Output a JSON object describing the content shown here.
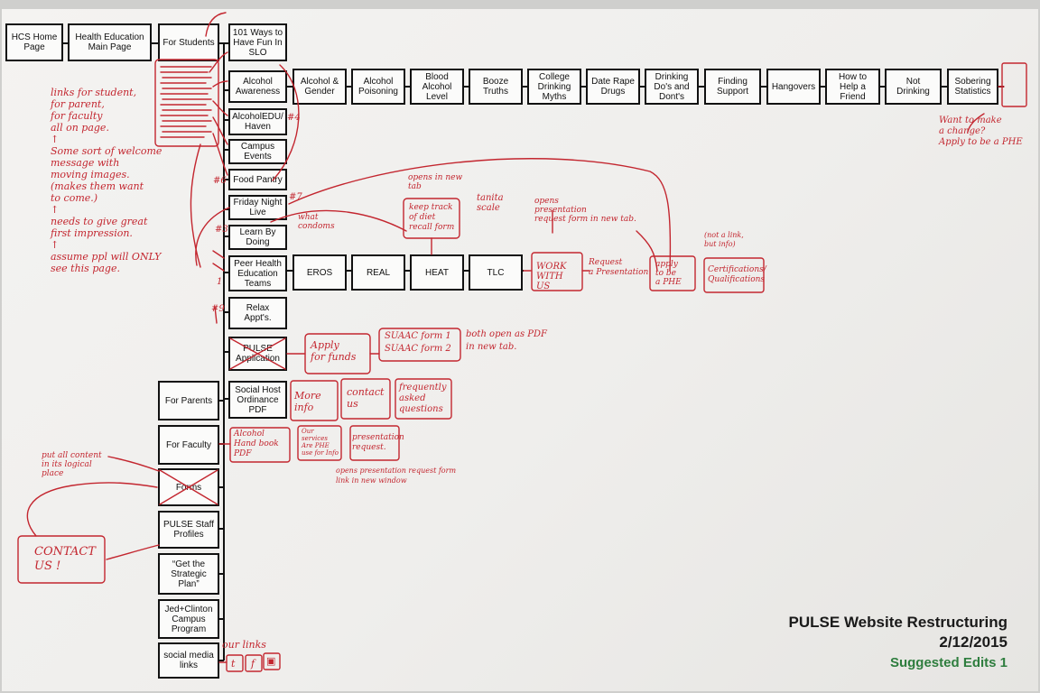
{
  "diagram": {
    "top_nav": [
      "HCS Home Page",
      "Health Education Main Page",
      "For Students",
      "101 Ways to Have Fun In SLO"
    ],
    "student_pages": [
      "Alcohol Awareness",
      "AlcoholEDU/ Haven",
      "Campus Events",
      "Food Pantry",
      "Friday Night Live",
      "Learn By Doing",
      "Peer Health Education Teams",
      "Relax Appt's.",
      "PULSE Application",
      "Social Host Ordinance PDF"
    ],
    "alcohol_topics": [
      "Alcohol & Gender",
      "Alcohol Poisoning",
      "Blood Alcohol Level",
      "Booze Truths",
      "College Drinking Myths",
      "Date Rape Drugs",
      "Drinking Do's and Dont's",
      "Finding Support",
      "Hangovers",
      "How to Help a Friend",
      "Not Drinking",
      "Sobering Statistics"
    ],
    "peer_teams": [
      "EROS",
      "REAL",
      "HEAT",
      "TLC"
    ],
    "audience_pages": [
      "For Parents",
      "For Faculty",
      "Forms",
      "PULSE Staff Profiles",
      "“Get the Strategic Plan”",
      "Jed+Clinton Campus Program",
      "social media links"
    ]
  },
  "annotations": {
    "left_notes": "links for student,\n    for parent,\n       for faculty\n  all on page.\n  ↑\nSome sort of welcome\nmessage with\nmoving images.\n(makes them want\n   to come.)\n↑\nneeds to give great\nfirst impression.\n↑\nassume ppl will ONLY\nsee this page.",
    "right_note": "Want to make\na change?\nApply to be a PHE",
    "opens_new_tab": "opens in new\ntab",
    "keep_track": "keep track\nof diet\nrecall form",
    "tenita_scale": "tanita\nscale",
    "opens_presentation": "opens\npresentation\nrequest form in new tab.",
    "not_link": "(not a link,\nbut info)",
    "what_condoms": "what\ncondoms",
    "work_with_us": "WORK\nWITH US",
    "request_presentation": "Request\na Presentation",
    "apply_phe": "apply\nto be\na PHE",
    "certifications": "Certifications/\nQualifications",
    "apply_funds": "Apply\nfor funds",
    "sumac_forms": "SUAAC form 1\nSUAAC form 2",
    "both_pdf": "both open as PDF\nin new tab.",
    "more_info": "More\ninfo",
    "contact_us_small": "contact\nus",
    "faq": "frequently\nasked\nquestions",
    "handbook": "Alcohol\nHand book\nPDF",
    "our_services": "Our\nservices\nAre PHE\nuse for Info",
    "presentation_request": "presentation\nrequest.",
    "opens_window": "opens presentation request form\nlink in new window",
    "put_content": "put all content\nin its logical\nplace",
    "contact_us_big": "CONTACT\nUS !",
    "our_links": "our links",
    "social_icons": [
      "t",
      "f",
      "▣"
    ],
    "nums": [
      "#4",
      "#7",
      "#3",
      "1",
      "#6",
      "#9"
    ]
  },
  "title": {
    "line1": "PULSE Website Restructuring",
    "line2": "2/12/2015",
    "line3": "Suggested Edits 1"
  },
  "colors": {
    "ink": "#c3262f",
    "title_green": "#2e7d3e",
    "box_border": "#111111"
  }
}
